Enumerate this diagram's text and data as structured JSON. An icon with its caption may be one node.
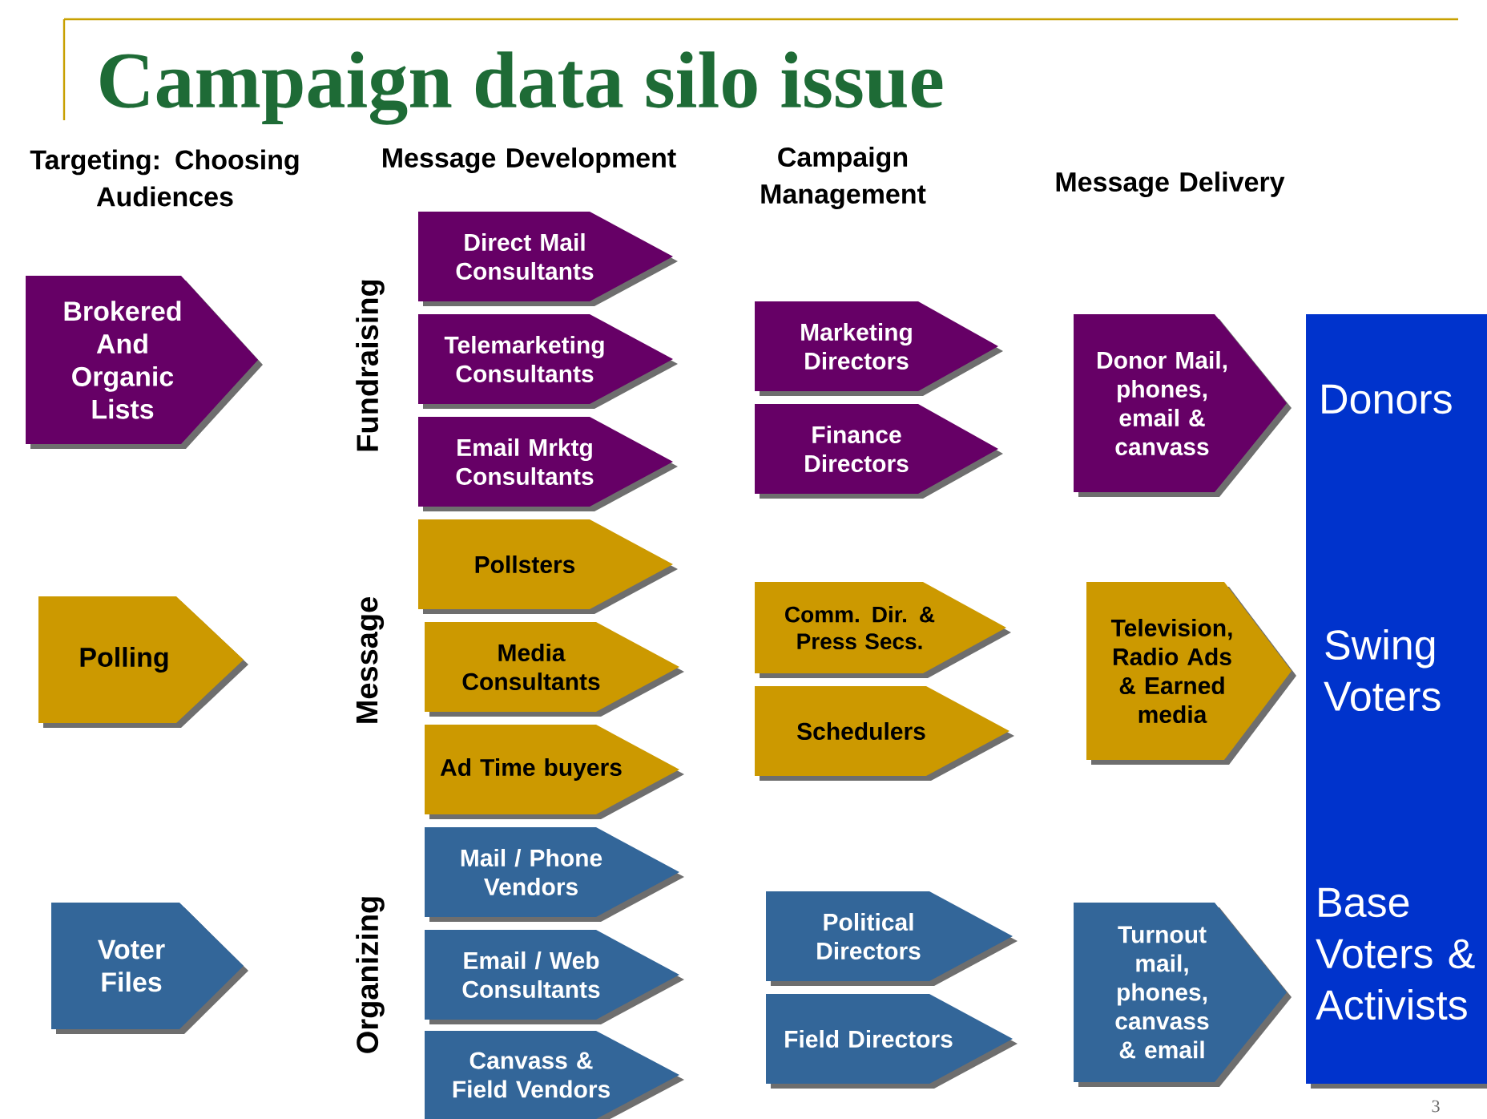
{
  "diagram": {
    "title": "Campaign data silo issue",
    "nodes": [
      {
        "text": [
          "Brokered And Organic Lists"
        ]
      },
      {
        "text": [
          "Polling"
        ]
      },
      {
        "text": [
          "Voter Files"
        ]
      },
      {
        "text": [
          "Direct Mail Consultants"
        ]
      },
      {
        "text": [
          "Telemarketing Consultants"
        ]
      },
      {
        "text": [
          "Email Mrktg Consultants"
        ]
      },
      {
        "text": [
          "Pollsters"
        ]
      },
      {
        "text": [
          "Media Consultants"
        ]
      },
      {
        "text": [
          "Ad Time buyers"
        ]
      },
      {
        "text": [
          "Mail / Phone Vendors"
        ]
      },
      {
        "text": [
          "Email / Web Consultants"
        ]
      },
      {
        "text": [
          "Canvass & Field Vendors"
        ]
      },
      {
        "text": [
          "Marketing Directors"
        ]
      },
      {
        "text": [
          "Finance Directors"
        ]
      },
      {
        "text": [
          "Comm. Dir. & Press Secs."
        ]
      },
      {
        "text": [
          "Schedulers"
        ]
      },
      {
        "text": [
          "Political Directors"
        ]
      },
      {
        "text": [
          "Field Directors"
        ]
      },
      {
        "text": [
          "Donor Mail, phones, email & canvass"
        ]
      },
      {
        "text": [
          "Television, Radio Ads & Earned media"
        ]
      },
      {
        "text": [
          "Turnout mail, phones, canvass & email"
        ]
      },
      {
        "text": [
          "Donors",
          "Swing Voters",
          "Base Voters & Activists"
        ]
      }
    ],
    "labels": [
      "Targeting: Choosing Audiences",
      "Message Development",
      "Campaign Management",
      "Message Delivery",
      "Fundraising",
      "Message",
      "Organizing",
      "3"
    ]
  }
}
